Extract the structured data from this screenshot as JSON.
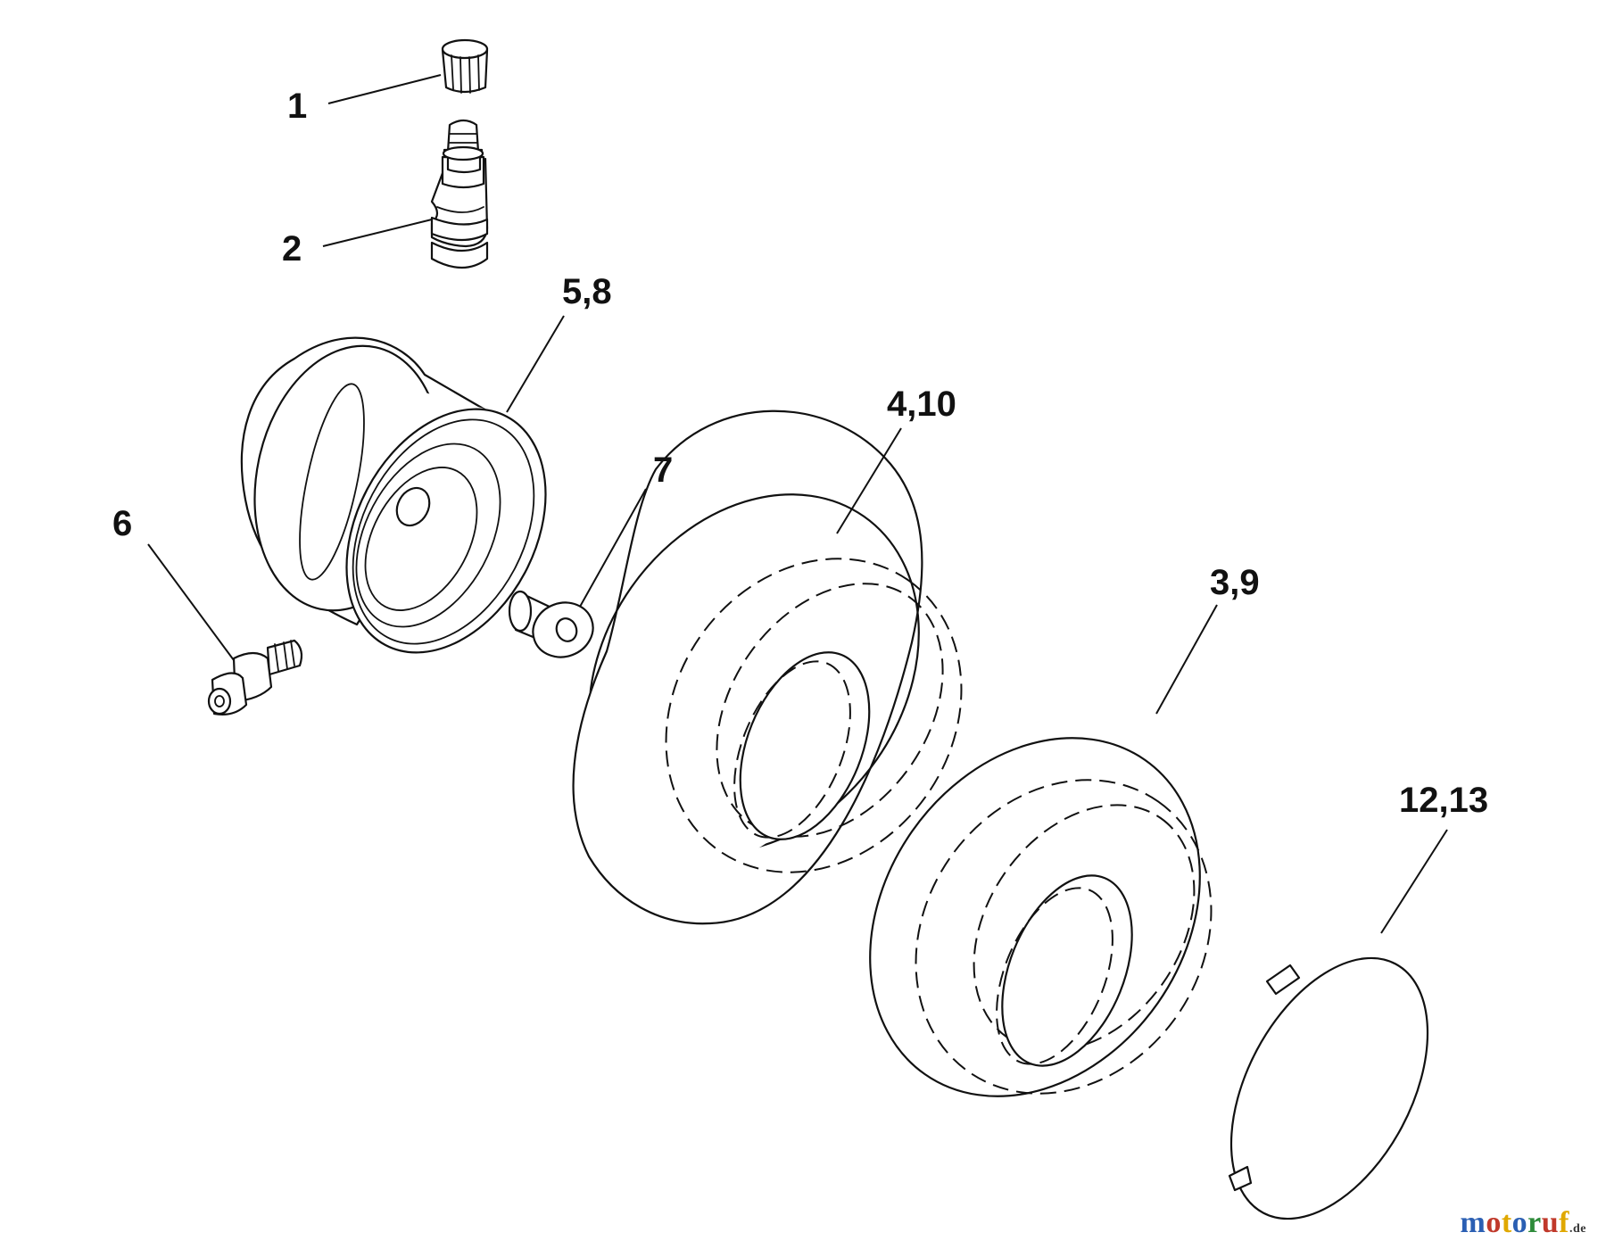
{
  "callouts": {
    "c1": "1",
    "c2": "2",
    "c58": "5,8",
    "c6": "6",
    "c7": "7",
    "c410": "4,10",
    "c39": "3,9",
    "c1213": "12,13"
  },
  "watermark": {
    "letters": [
      {
        "ch": "m",
        "color": "#2b5fb3"
      },
      {
        "ch": "o",
        "color": "#c0392b"
      },
      {
        "ch": "t",
        "color": "#e0a800"
      },
      {
        "ch": "o",
        "color": "#2b5fb3"
      },
      {
        "ch": "r",
        "color": "#2e8b3a"
      },
      {
        "ch": "u",
        "color": "#c0392b"
      },
      {
        "ch": "f",
        "color": "#e0a800"
      }
    ],
    "suffix": ".de"
  }
}
